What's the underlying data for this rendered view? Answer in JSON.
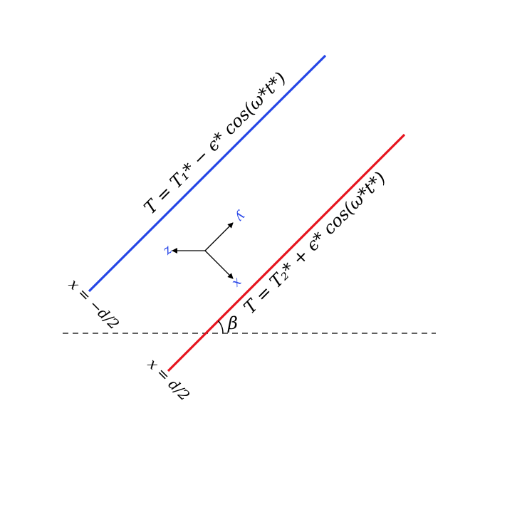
{
  "diagram": {
    "colors": {
      "hot_wall": "#2546e6",
      "cold_wall": "#e6141e",
      "axis_arrows": "#000000",
      "axis_labels": "#2a48e8",
      "horizontal_reference": "#000000"
    },
    "walls": {
      "top": {
        "equation": "T = T₁* − ϵ* cos(ω*t*)",
        "boundary_label": "x = −d/2"
      },
      "bottom": {
        "equation": "T = T₂* + ϵ* cos(ω*t*)",
        "boundary_label": "x = d/2"
      }
    },
    "tilt_angle_label": "β",
    "axes": {
      "x": "x",
      "y": "y",
      "z": "z"
    },
    "horizontal_reference_style": "dashed"
  }
}
